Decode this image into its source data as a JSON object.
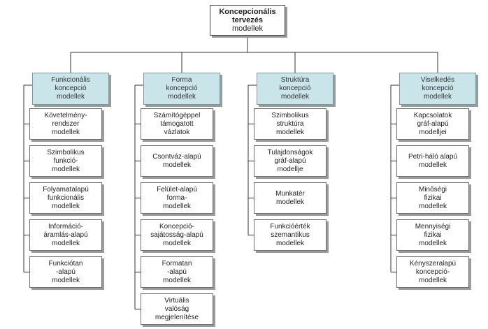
{
  "root": {
    "lines": [
      "Koncepcionális",
      "tervezés",
      "modellek"
    ],
    "bold_lines": 2
  },
  "columns": [
    {
      "header": [
        "Funkcionális",
        "koncepció",
        "modellek"
      ],
      "items": [
        [
          "Követelmény-",
          "rendszer",
          "modellek"
        ],
        [
          "Szimbolikus",
          "funkció-",
          "modellek"
        ],
        [
          "Folyamatalapú",
          "funkcionális",
          "modellek"
        ],
        [
          "Információ-",
          "áramlás-alapú",
          "modellek"
        ],
        [
          "Funkciótan",
          "-alapú",
          "modellek"
        ]
      ]
    },
    {
      "header": [
        "Forma",
        "koncepció",
        "modellek"
      ],
      "items": [
        [
          "Számítógéppel",
          "támogatott",
          "vázlatok"
        ],
        [
          "Csontváz-alapú",
          "modellek"
        ],
        [
          "Felület-alapú",
          "forma-",
          "modellek"
        ],
        [
          "Koncepció-",
          "sajátosság-alapú",
          "modellek"
        ],
        [
          "Formatan",
          "-alapú",
          "modellek"
        ],
        [
          "Virtuális",
          "valóság",
          "megjelenítése"
        ]
      ]
    },
    {
      "header": [
        "Struktúra",
        "koncepció",
        "modellek"
      ],
      "items": [
        [
          "Szimbolikus",
          "struktúra",
          "modellek"
        ],
        [
          "Tulajdonságok",
          "gráf-alapú",
          "modellje"
        ],
        [
          "Munkatér",
          "modellek"
        ],
        [
          "Funkcióérték",
          "szemantikus",
          "modellek"
        ]
      ]
    },
    {
      "header": [
        "Viselkedés",
        "koncepció",
        "modellek"
      ],
      "items": [
        [
          "Kapcsolatok",
          "gráf-alapú",
          "modelljei"
        ],
        [
          "Petri-háló alapú",
          "modellek"
        ],
        [
          "Minőségi",
          "fizikai",
          "modellek"
        ],
        [
          "Mennyiségi",
          "fizikai",
          "modellek"
        ],
        [
          "Kényszeralapú",
          "koncepció-",
          "modellek"
        ]
      ]
    }
  ]
}
